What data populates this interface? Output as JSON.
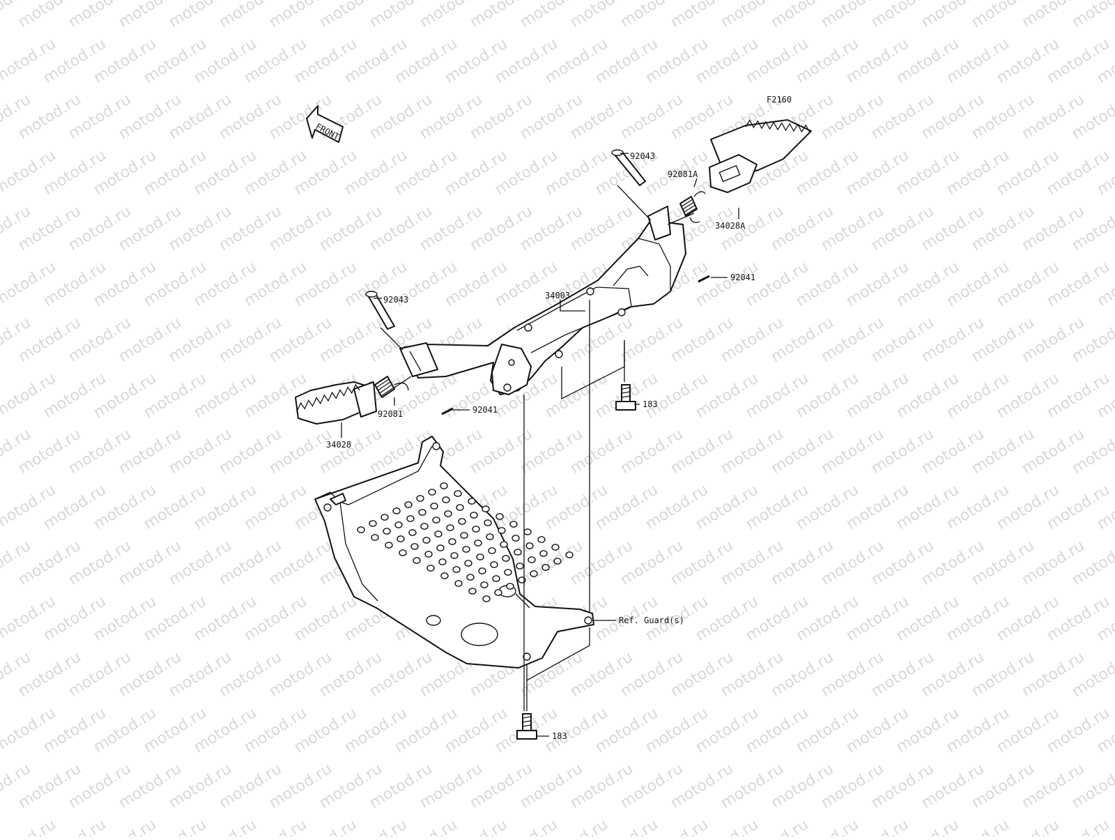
{
  "watermark": "motod.ru",
  "figure_id": "F2160",
  "direction_marker": "FRONT",
  "callouts": {
    "pin_right": "92043",
    "spring_right": "92081A",
    "peg_right": "34028A",
    "cotter_right": "92041",
    "bracket": "34003",
    "pin_left": "92043",
    "spring_left": "92081",
    "cotter_left": "92041",
    "peg_left": "34028",
    "bolt_upper": "183",
    "bolt_lower": "183",
    "reference": "Ref. Guard(s)"
  }
}
